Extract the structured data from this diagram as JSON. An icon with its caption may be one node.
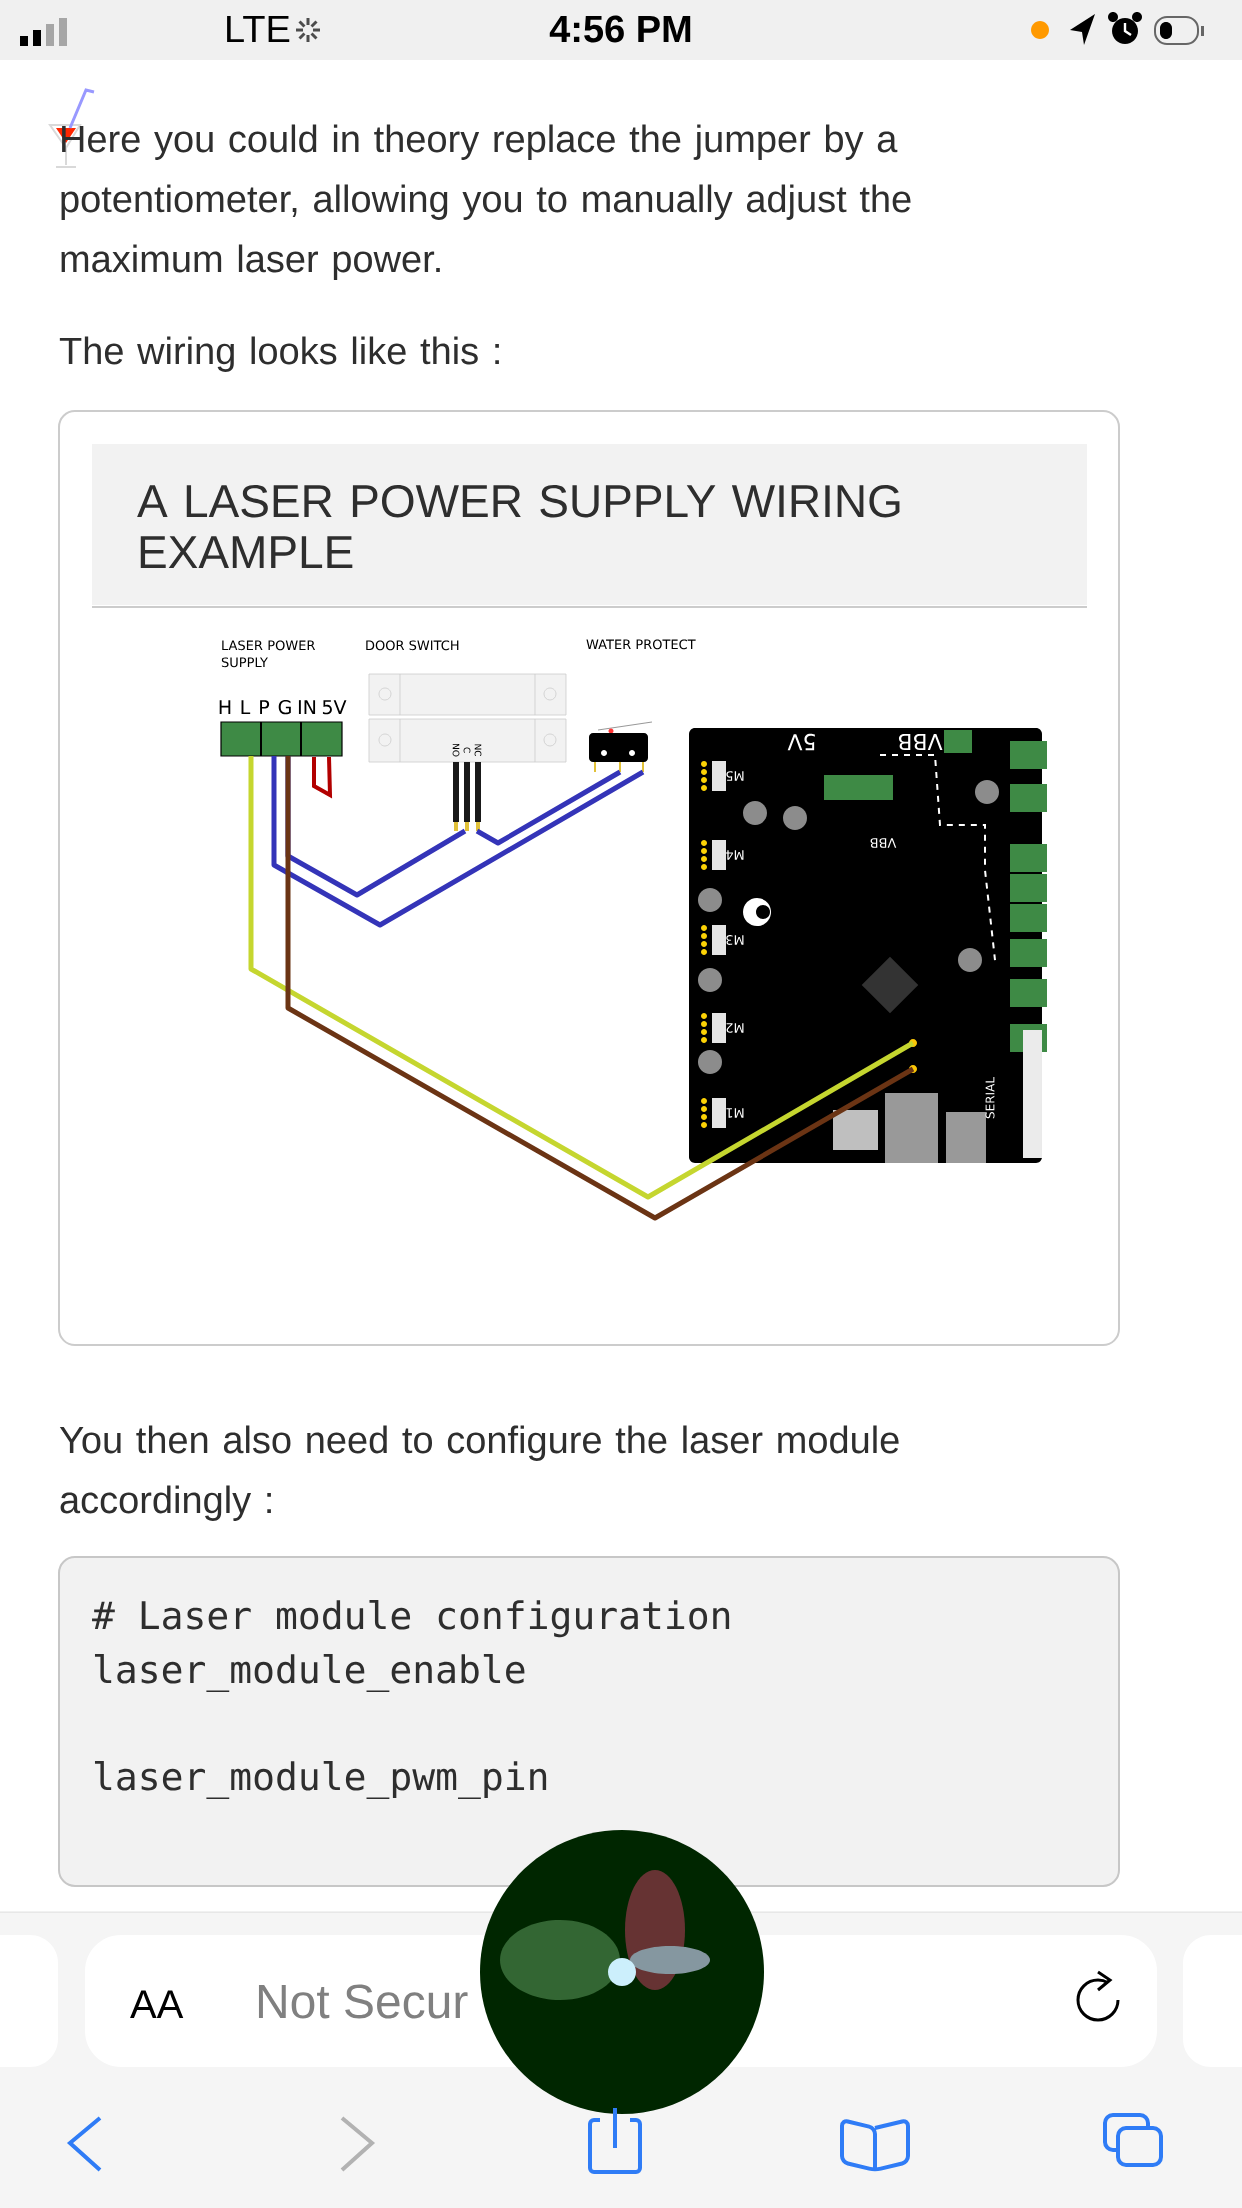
{
  "diagram": {
    "title": "A LASER POWER SUPPLY WIRING EXAMPLE",
    "nodes": [
      {
        "text": [],
        "shape": "box",
        "beside": [
          "LASER POWER SUPPLY",
          "H",
          "L",
          "P",
          "G",
          "IN",
          "5V"
        ]
      },
      {
        "text": [
          "DOOR SWITCH",
          "NO",
          "C",
          "NC"
        ]
      },
      {
        "text": [],
        "shape": "box"
      },
      {
        "text": [
          "5V",
          "VBB",
          "VBB",
          "M5",
          "M4",
          "M3",
          "M2",
          "M1",
          "SERIAL"
        ]
      }
    ],
    "edges": [
      {
        "from": 0,
        "to": 3,
        "arrow": "none",
        "color": "#c5d62f"
      },
      {
        "from": 0,
        "to": 3,
        "arrow": "none",
        "color": "#6b3414"
      },
      {
        "from": 0,
        "to": 2,
        "arrow": "none"
      },
      {
        "from": 0,
        "to": 1,
        "arrow": "none"
      },
      {
        "from": 1,
        "to": 2,
        "arrow": "none"
      }
    ],
    "labels": [
      "LTE",
      "4:56 PM",
      "Here you could in theory replace the jumper by a potentiometer, allowing you to manually adjust the maximum laser power.",
      "The wiring looks like this :",
      "WATER PROTECT",
      "You then also need to configure the laser module accordingly :",
      "# Laser module configuration",
      "laser_module_enable",
      "laser_module_pwm_pin",
      "AA",
      "Not Secur"
    ]
  }
}
